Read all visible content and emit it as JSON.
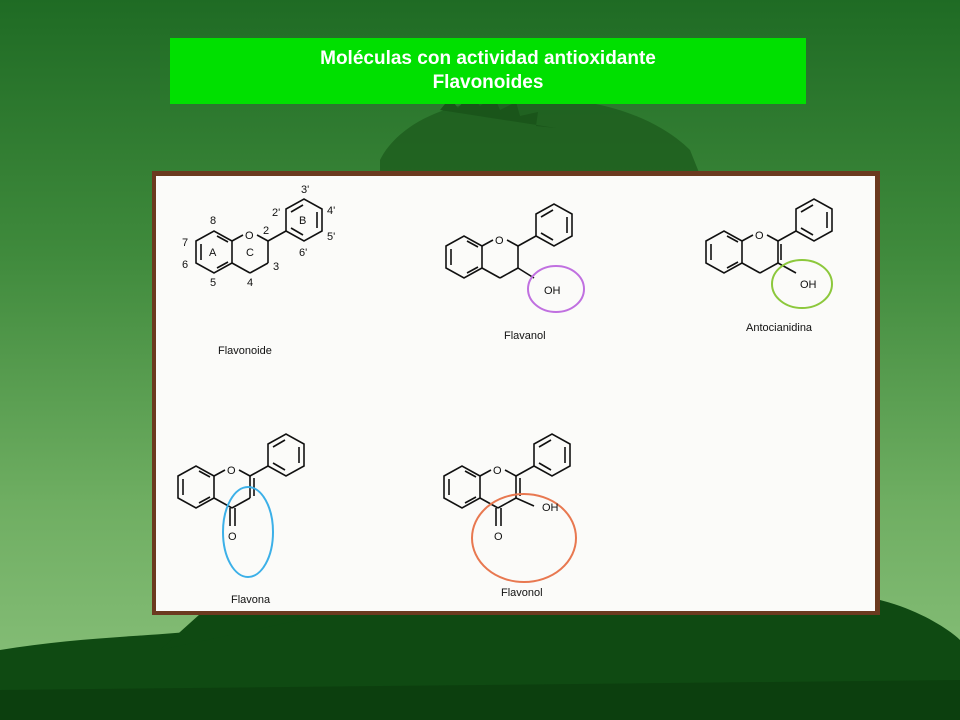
{
  "title": {
    "line1": "Moléculas con actividad antioxidante",
    "line2": "Flavonoides"
  },
  "colors": {
    "title_bg": "#00e000",
    "frame": "#6b3a1f",
    "highlight_flavanol": "#c070e0",
    "highlight_antocianidina": "#8cc83c",
    "highlight_flavona": "#3cb0e8",
    "highlight_flavonol": "#e87850"
  },
  "molecules": {
    "flavonoide": {
      "name": "Flavonoide",
      "ring_labels": [
        "A",
        "B",
        "C"
      ],
      "positions": [
        "8",
        "7",
        "6",
        "5",
        "4",
        "3",
        "2",
        "2'",
        "3'",
        "4'",
        "5'",
        "6'"
      ],
      "atom": "O"
    },
    "flavanol": {
      "name": "Flavanol",
      "atom": "O",
      "group": "OH"
    },
    "antocianidina": {
      "name": "Antocianidina",
      "atom": "O",
      "group": "OH"
    },
    "flavona": {
      "name": "Flavona",
      "atom": "O",
      "carbonyl": "O"
    },
    "flavonol": {
      "name": "Flavonol",
      "atom": "O",
      "group": "OH",
      "carbonyl": "O"
    }
  }
}
